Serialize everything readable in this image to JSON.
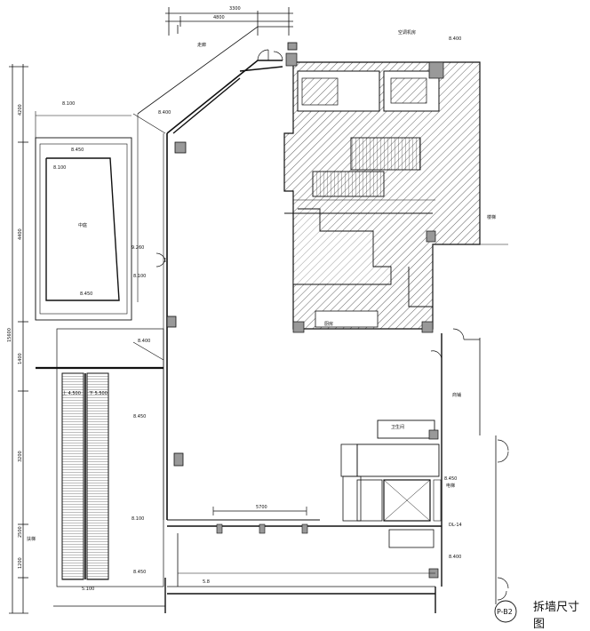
{
  "drawing": {
    "title": "拆墙尺寸图",
    "sheet_number": "P-B2"
  },
  "dimensions": {
    "top_total": "3300",
    "top_sub_left": "4800",
    "left_total": "15600",
    "left_seg_1": "4200",
    "left_seg_2": "4400",
    "left_seg_3": "1400",
    "left_seg_4": "3200",
    "left_seg_5": "2500",
    "left_seg_6": "1200",
    "bottom_span": "5700",
    "bottom_line": "5.8"
  },
  "labels": {
    "ceiling_tag": "空调机房",
    "level_top": "8.400",
    "level_mid": "8.450",
    "level_left": "9.260",
    "level_void": "8.100",
    "level_esc": "5.100",
    "esc_1": "上 4.500",
    "esc_2": "下 5.500",
    "zone_shaft": "厨房",
    "zone_right": "楼梯",
    "corridor": "走廊",
    "room_small": "卫生间",
    "store": "商铺",
    "lift": "电梯",
    "escalator_label": "扶梯",
    "void_label": "中庭",
    "dl": "DL-14"
  }
}
